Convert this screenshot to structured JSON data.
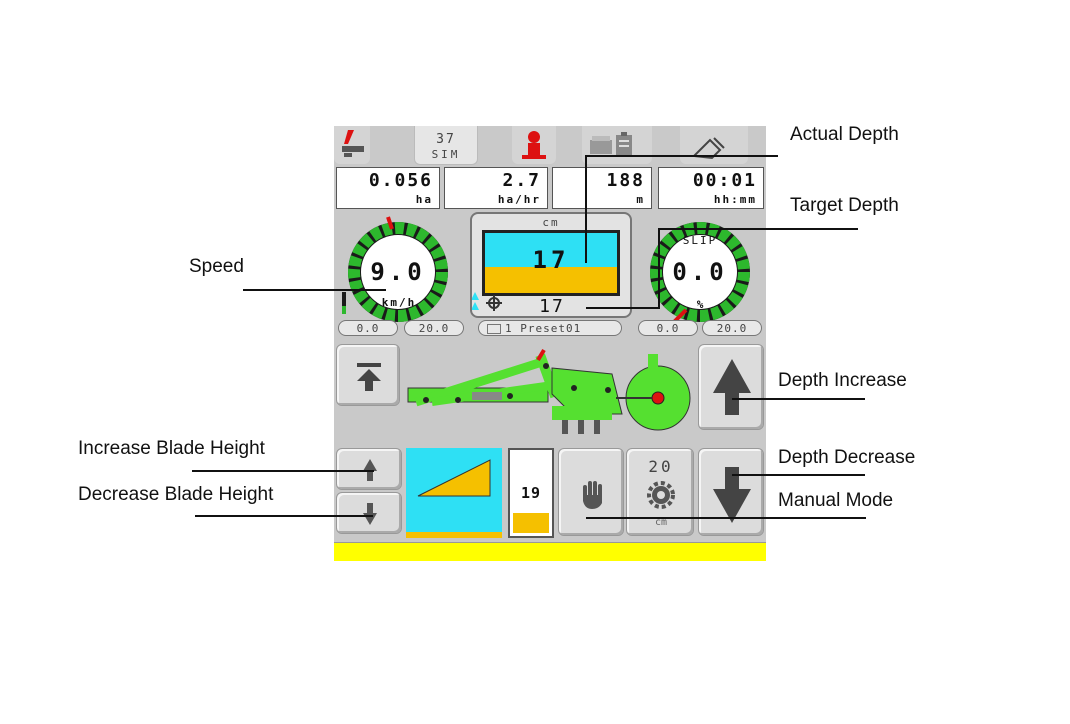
{
  "annotations": {
    "actual_depth": "Actual Depth",
    "target_depth": "Target Depth",
    "speed": "Speed",
    "depth_increase": "Depth Increase",
    "increase_blade_height": "Increase Blade Height",
    "depth_decrease": "Depth Decrease",
    "decrease_blade_height": "Decrease Blade Height",
    "manual_mode": "Manual Mode"
  },
  "tabs": {
    "sim_number": "37",
    "sim_label": "SIM"
  },
  "counters": [
    {
      "value": "0.056",
      "unit": "ha"
    },
    {
      "value": "2.7",
      "unit": "ha/hr"
    },
    {
      "value": "188",
      "unit": "m"
    },
    {
      "value": "00:01",
      "unit": "hh:mm"
    }
  ],
  "speed_gauge": {
    "value": "9.0",
    "unit": "km/h",
    "min": "0.0",
    "max": "20.0"
  },
  "depth_display": {
    "unit": "cm",
    "actual": "17",
    "target": "17",
    "preset": "1 Preset01"
  },
  "slip_gauge": {
    "label": "SLIP",
    "value": "0.0",
    "unit": "%",
    "min": "0.0",
    "max": "20.0"
  },
  "blade": {
    "height_value": "19",
    "height_fraction": 0.25
  },
  "setting": {
    "value": "20",
    "unit": "cm"
  },
  "colors": {
    "machine_green": "#55e030",
    "sky_cyan": "#2ee0f4",
    "soil_yellow": "#f5c000",
    "status_yellow": "#ffff00",
    "gauge_green": "#2db82d"
  }
}
